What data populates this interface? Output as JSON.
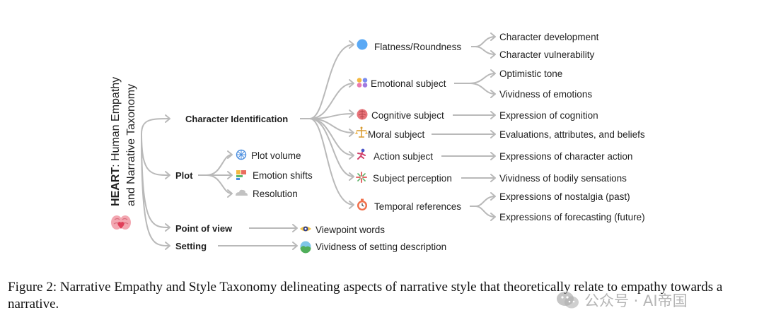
{
  "root": {
    "title_bold": "HEART",
    "title_line1_rest": ": Human Empathy",
    "title_line2": "and Narrative Taxonomy",
    "icon": "brain-heart-icon"
  },
  "taxonomy": [
    {
      "label": "Character Identification",
      "children": [
        {
          "label": "Flatness/Roundness",
          "icon": "blue-dot-icon",
          "children": [
            "Character development",
            "Character vulnerability"
          ]
        },
        {
          "label": "Emotional subject",
          "icon": "emoji-faces-icon",
          "children": [
            "Optimistic tone",
            "Vividness of emotions"
          ]
        },
        {
          "label": "Cognitive subject",
          "icon": "brain-icon",
          "children": [
            "Expression of cognition"
          ]
        },
        {
          "label": "Moral subject",
          "icon": "scales-icon",
          "children": [
            "Evaluations, attributes, and beliefs"
          ]
        },
        {
          "label": "Action subject",
          "icon": "running-person-icon",
          "children": [
            "Expressions of character action"
          ]
        },
        {
          "label": "Subject perception",
          "icon": "sparkle-icon",
          "children": [
            "Vividness of bodily sensations"
          ]
        },
        {
          "label": "Temporal references",
          "icon": "stopwatch-icon",
          "children": [
            "Expressions of nostalgia (past)",
            "Expressions of forecasting (future)"
          ]
        }
      ]
    },
    {
      "label": "Plot",
      "children": [
        {
          "label": "Plot volume",
          "icon": "network-icon"
        },
        {
          "label": "Emotion shifts",
          "icon": "blocks-icon"
        },
        {
          "label": "Resolution",
          "icon": "cloud-icon"
        }
      ]
    },
    {
      "label": "Point of view",
      "children": [
        {
          "label": "Viewpoint words",
          "icon": "eye-icon"
        }
      ]
    },
    {
      "label": "Setting",
      "children": [
        {
          "label": "Vividness of setting description",
          "icon": "landscape-icon"
        }
      ]
    }
  ],
  "caption": "Figure 2: Narrative Empathy and Style Taxonomy delineating aspects of narrative style that theoretically relate to empathy towards a narrative.",
  "watermark": {
    "text": "公众号 · AI帝国",
    "icon": "wechat-icon"
  },
  "colors": {
    "edge": "#b9b9b9",
    "text": "#1f1f1f"
  }
}
